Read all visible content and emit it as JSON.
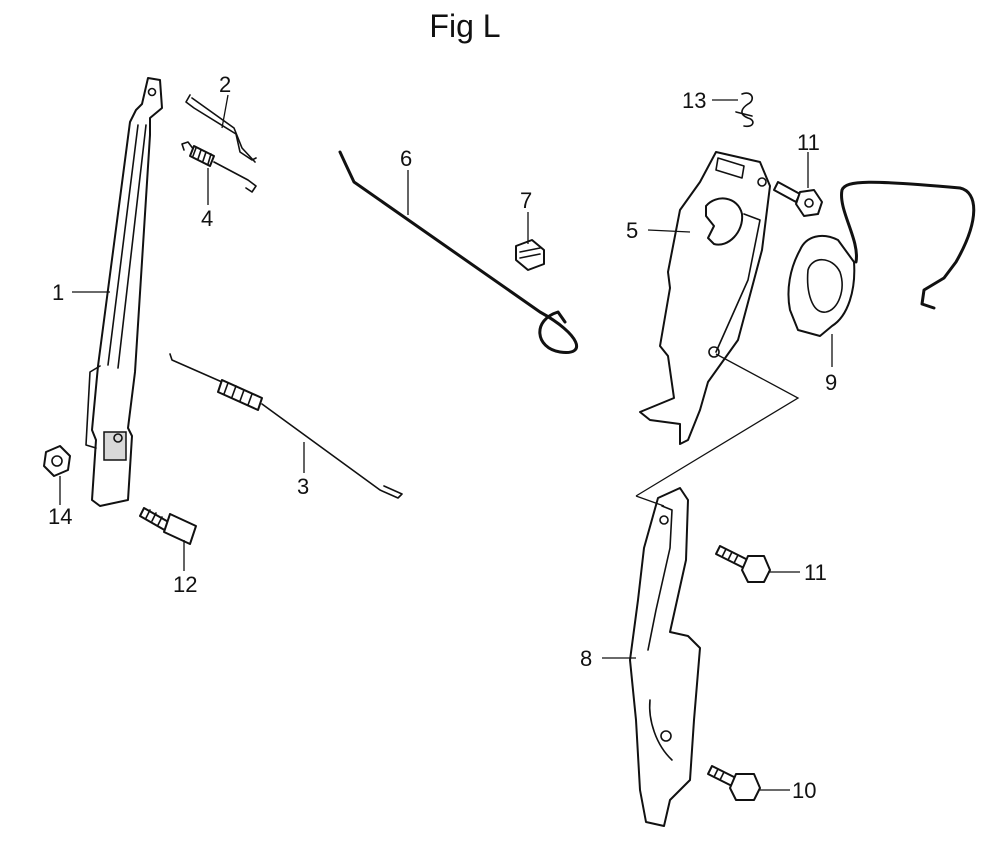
{
  "figure": {
    "title": "Fig L",
    "callouts": {
      "c1": "1",
      "c2": "2",
      "c3": "3",
      "c4": "4",
      "c5": "5",
      "c6": "6",
      "c7": "7",
      "c8": "8",
      "c9": "9",
      "c10": "10",
      "c11a": "11",
      "c11b": "11",
      "c12": "12",
      "c13": "13",
      "c14": "14"
    }
  }
}
